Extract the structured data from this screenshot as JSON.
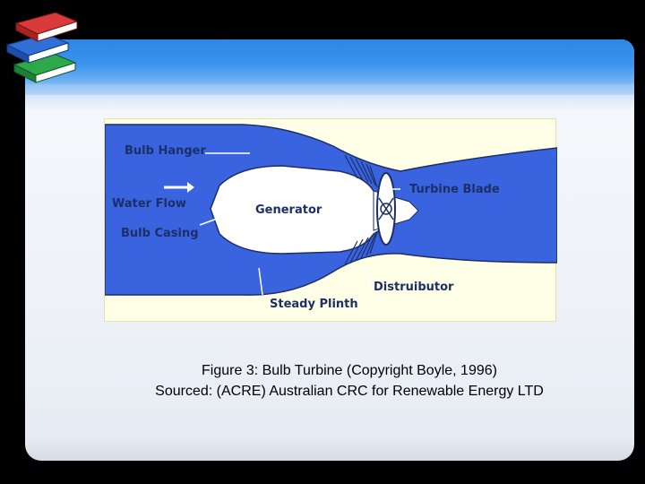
{
  "slide": {
    "diagram": {
      "labels": {
        "bulb_hanger": "Bulb Hanger",
        "water_flow": "Water Flow",
        "bulb_casing": "Bulb Casing",
        "generator": "Generator",
        "turbine_blade": "Turbine Blade",
        "distributor": "Distruibutor",
        "steady_plinth": "Steady Plinth"
      },
      "colors": {
        "water": "#3a63e0",
        "background": "#ffffe8",
        "casing": "#ffffff",
        "outline": "#1c2f66"
      }
    },
    "caption": {
      "line1": "Figure 3: Bulb Turbine (Copyright Boyle, 1996)",
      "line2": "Sourced: (ACRE) Australian CRC for Renewable Energy LTD"
    },
    "theme": {
      "header_color": "#3b93ee",
      "book_colors": [
        "#d93b3b",
        "#2f6fd6",
        "#2fa84a"
      ]
    }
  }
}
